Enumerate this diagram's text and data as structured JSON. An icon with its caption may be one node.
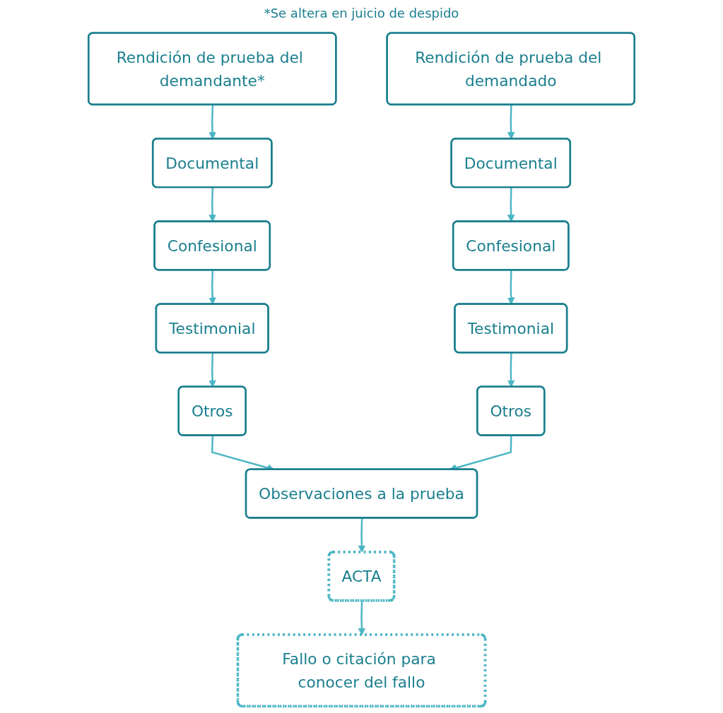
{
  "diagram": {
    "nodes": [
      {
        "text": [
          "Rendición de prueba del demandante*"
        ]
      },
      {
        "text": [
          "Documental"
        ]
      },
      {
        "text": [
          "Confesional"
        ]
      },
      {
        "text": [
          "Testimonial"
        ]
      },
      {
        "text": [
          "Otros"
        ]
      },
      {
        "text": [
          "Rendición de prueba del demandado"
        ]
      },
      {
        "text": [
          "Documental"
        ]
      },
      {
        "text": [
          "Confesional"
        ]
      },
      {
        "text": [
          "Testimonial"
        ]
      },
      {
        "text": [
          "Otros"
        ]
      },
      {
        "text": [
          "Observaciones a la prueba"
        ]
      },
      {
        "text": [
          "ACTA"
        ]
      },
      {
        "text": [
          "Fallo o citación para conocer del fallo"
        ]
      }
    ],
    "edges": [
      {
        "from": 0,
        "to": 1,
        "arrow": "to"
      },
      {
        "from": 1,
        "to": 2,
        "arrow": "to"
      },
      {
        "from": 2,
        "to": 3,
        "arrow": "to"
      },
      {
        "from": 3,
        "to": 4,
        "arrow": "to"
      },
      {
        "from": 5,
        "to": 6,
        "arrow": "to"
      },
      {
        "from": 6,
        "to": 7,
        "arrow": "to"
      },
      {
        "from": 7,
        "to": 8,
        "arrow": "to"
      },
      {
        "from": 8,
        "to": 9,
        "arrow": "to"
      },
      {
        "from": 4,
        "to": 10,
        "arrow": "to"
      },
      {
        "from": 9,
        "to": 10,
        "arrow": "to"
      },
      {
        "from": 10,
        "to": 11,
        "arrow": "to"
      },
      {
        "from": 11,
        "to": 12,
        "arrow": "to"
      }
    ],
    "labels": [
      "*Se altera en juicio de despido"
    ]
  }
}
